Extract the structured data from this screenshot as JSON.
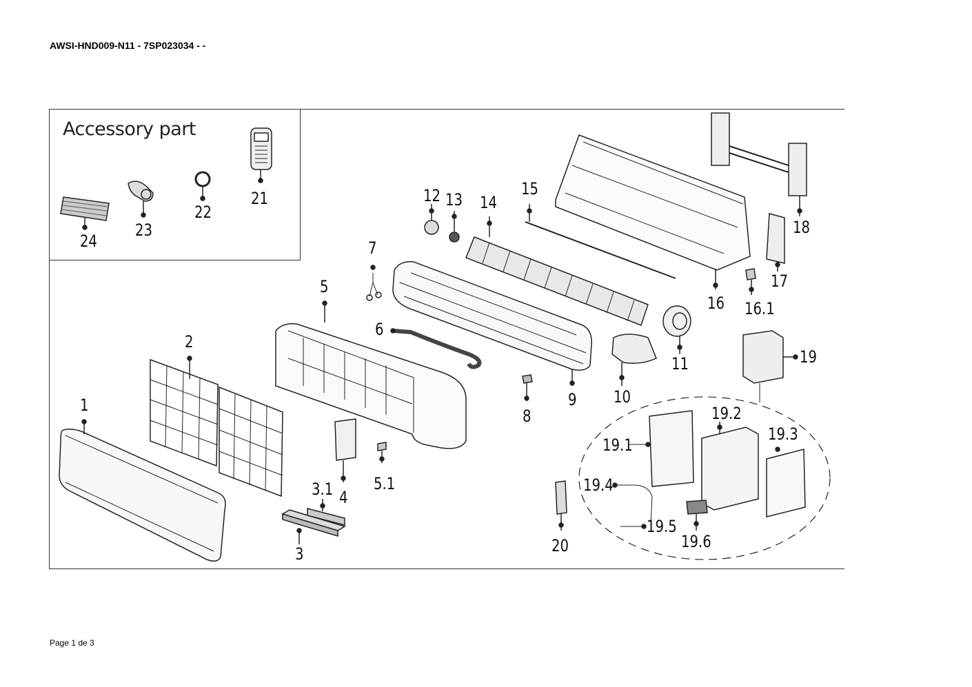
{
  "document": {
    "title": "AWSI-HND009-N11 - 7SP023034 -  -",
    "footer": "Page 1 de 3"
  },
  "accessory": {
    "title": "Accessory part"
  },
  "callouts": {
    "p1": "1",
    "p2": "2",
    "p3": "3",
    "p3_1": "3.1",
    "p4": "4",
    "p5": "5",
    "p5_1": "5.1",
    "p6": "6",
    "p7": "7",
    "p8": "8",
    "p9": "9",
    "p10": "10",
    "p11": "11",
    "p12": "12",
    "p13": "13",
    "p14": "14",
    "p15": "15",
    "p16": "16",
    "p16_1": "16.1",
    "p17": "17",
    "p18": "18",
    "p19": "19",
    "p19_1": "19.1",
    "p19_2": "19.2",
    "p19_3": "19.3",
    "p19_4": "19.4",
    "p19_5": "19.5",
    "p19_6": "19.6",
    "p20": "20",
    "p21": "21",
    "p22": "22",
    "p23": "23",
    "p24": "24"
  },
  "colors": {
    "line": "#222222",
    "frame": "#333333",
    "fill": "#f4f4f4"
  }
}
